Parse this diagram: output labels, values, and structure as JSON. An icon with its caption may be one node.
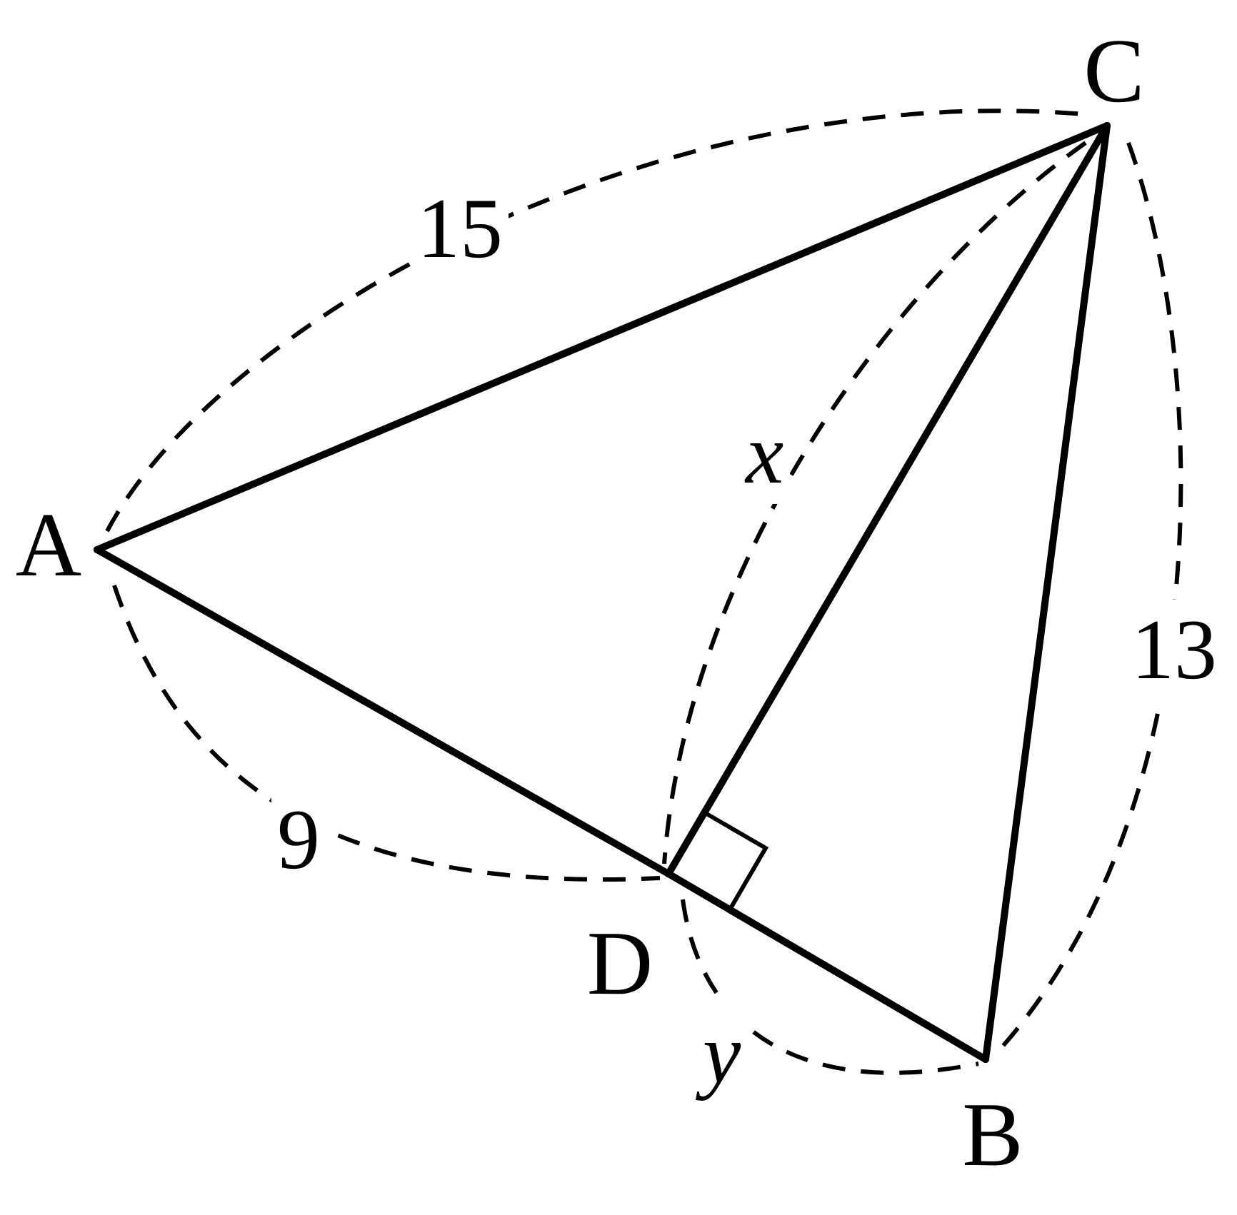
{
  "diagram": {
    "nodes": [
      {
        "text": [
          "A"
        ]
      },
      {
        "text": [
          "B"
        ]
      },
      {
        "text": [
          "C"
        ]
      },
      {
        "text": [
          "D"
        ]
      }
    ],
    "edges": [
      {
        "from": 0,
        "to": 2,
        "arrow": "none"
      },
      {
        "from": 0,
        "to": 3,
        "arrow": "none"
      },
      {
        "from": 3,
        "to": 1,
        "arrow": "none"
      },
      {
        "from": 3,
        "to": 2,
        "arrow": "none"
      },
      {
        "from": 2,
        "to": 1,
        "arrow": "none"
      }
    ],
    "labels": [
      "15",
      "x",
      "13",
      "9",
      "y"
    ]
  }
}
